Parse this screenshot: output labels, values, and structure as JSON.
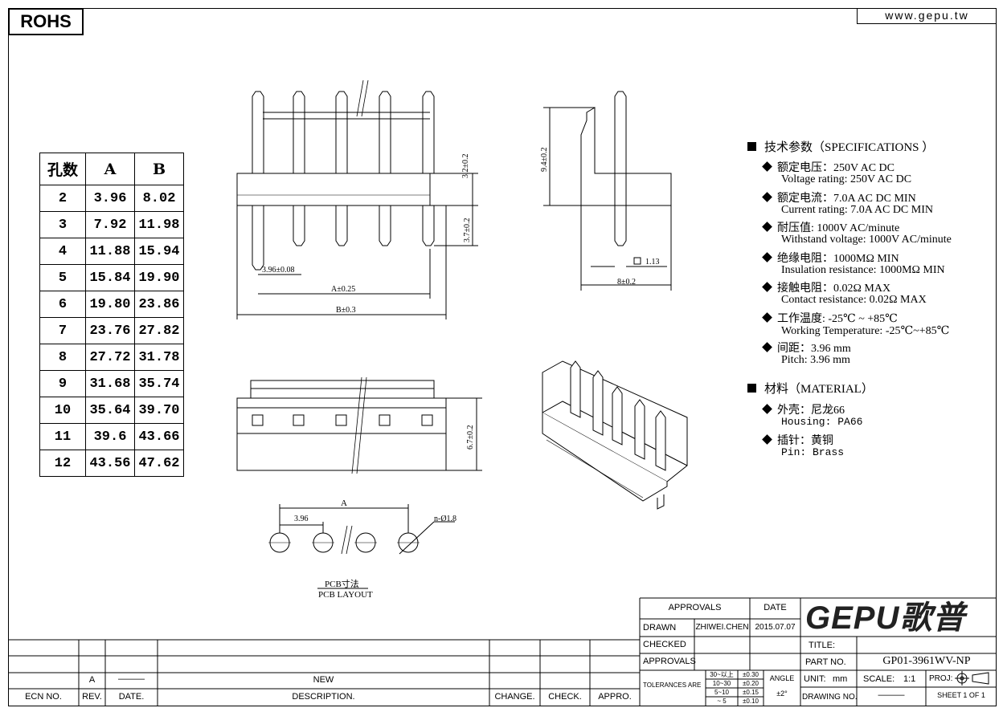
{
  "header": {
    "rohs": "ROHS",
    "website": "www.gepu.tw"
  },
  "dim_table": {
    "headers": [
      "孔数",
      "A",
      "B"
    ],
    "rows": [
      [
        "2",
        "3.96",
        "8.02"
      ],
      [
        "3",
        "7.92",
        "11.98"
      ],
      [
        "4",
        "11.88",
        "15.94"
      ],
      [
        "5",
        "15.84",
        "19.90"
      ],
      [
        "6",
        "19.80",
        "23.86"
      ],
      [
        "7",
        "23.76",
        "27.82"
      ],
      [
        "8",
        "27.72",
        "31.78"
      ],
      [
        "9",
        "31.68",
        "35.74"
      ],
      [
        "10",
        "35.64",
        "39.70"
      ],
      [
        "11",
        "39.6",
        "43.66"
      ],
      [
        "12",
        "43.56",
        "47.62"
      ]
    ]
  },
  "dims": {
    "height_3_2": "3.2±0.2",
    "height_3_7": "3.7±0.2",
    "pitch": "3.96±0.08",
    "a": "A±0.25",
    "b": "B±0.3",
    "side_height": "9.4±0.2",
    "pin_size": "1.13",
    "side_width": "8±0.2",
    "bottom_height": "6.7±0.2",
    "pcb_a": "A",
    "pcb_pitch": "3.96",
    "pcb_hole": "n-Ø1.8",
    "pcb_title_cn": "PCB寸法",
    "pcb_title_en": "PCB LAYOUT"
  },
  "specs": {
    "title": "技术参数（SPECIFICATIONS ）",
    "items": [
      {
        "cn": "额定电压：250V AC DC",
        "en": "Voltage rating: 250V AC DC"
      },
      {
        "cn": "额定电流：7.0A AC DC   MIN",
        "en": "Current rating: 7.0A  AC DC  MIN"
      },
      {
        "cn": "耐压值: 1000V AC/minute",
        "en": "Withstand voltage: 1000V AC/minute"
      },
      {
        "cn": "绝缘电阻：1000MΩ  MIN",
        "en": "Insulation resistance: 1000MΩ  MIN"
      },
      {
        "cn": "接触电阻：0.02Ω  MAX",
        "en": "Contact resistance:   0.02Ω   MAX"
      },
      {
        "cn": "工作温度: -25℃ ~ +85℃",
        "en": "Working Temperature: -25℃~+85℃"
      },
      {
        "cn": "间距：3.96 mm",
        "en": "Pitch: 3.96 mm"
      }
    ]
  },
  "material": {
    "title": "材料（MATERIAL）",
    "items": [
      {
        "cn": "外壳：尼龙66",
        "en": "Housing:  PA66"
      },
      {
        "cn": "插针：黄铜",
        "en": "Pin: Brass"
      }
    ]
  },
  "title_block": {
    "approvals": "APPROVALS",
    "date": "DATE",
    "drawn": "DRAWN",
    "drawn_by": "ZHIWEI.CHEN",
    "drawn_date": "2015.07.07",
    "checked": "CHECKED",
    "approvals2": "APPROVALS",
    "tolerances": "TOLERANCES  ARE",
    "tol_rows": [
      {
        "range": "30~以上",
        "tol": "±0.30"
      },
      {
        "range": "10~30",
        "tol": "±0.20"
      },
      {
        "range": "5~10",
        "tol": "±0.15"
      },
      {
        "range": "~ 5",
        "tol": "±0.10"
      }
    ],
    "angle": "ANGLE",
    "angle_tol": "±2°",
    "logo": "GEPU歌普",
    "title": "TITLE:",
    "part_no_label": "PART NO.",
    "part_no": "GP01-3961WV-NP",
    "unit_label": "UNIT:",
    "unit": "mm",
    "scale_label": "SCALE:",
    "scale": "1:1",
    "proj": "PROJ:",
    "drawing_no": "DRAWING NO.",
    "drawing_no_value": "———",
    "sheet": "SHEET   1  OF  1"
  },
  "revision": {
    "rev": "A",
    "date": "———",
    "description": "NEW",
    "headers": [
      "ECN  NO.",
      "REV.",
      "DATE.",
      "DESCRIPTION.",
      "CHANGE.",
      "CHECK.",
      "APPRO."
    ]
  }
}
